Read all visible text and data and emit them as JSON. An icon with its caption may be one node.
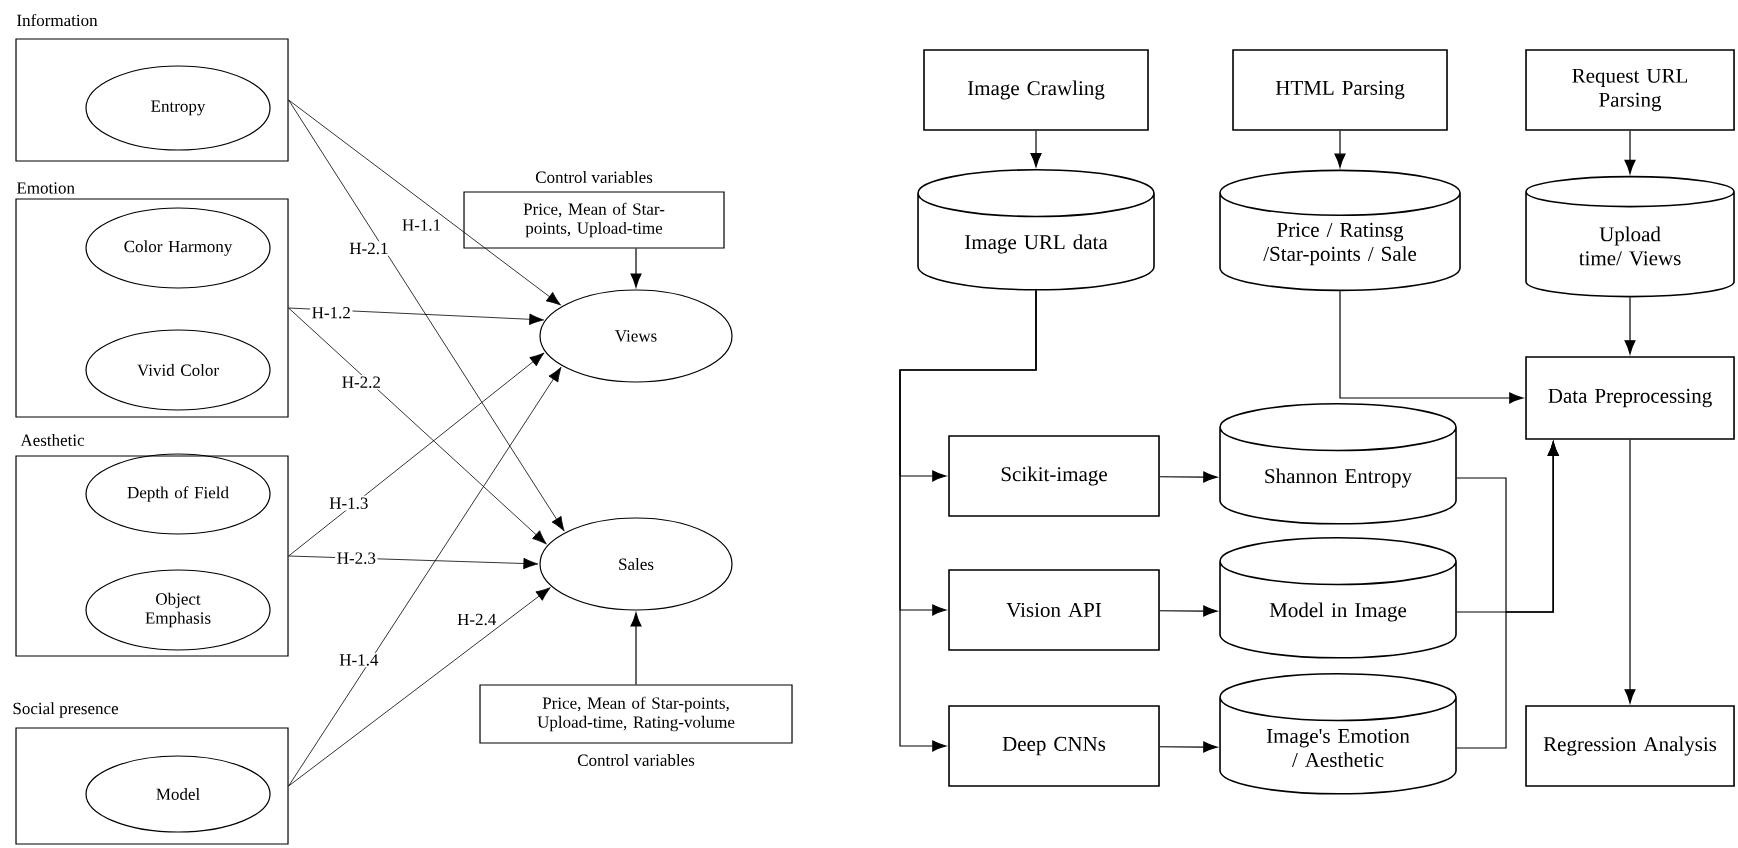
{
  "diagram": {
    "nodes": [
      {
        "text": [
          "Information"
        ]
      },
      {
        "text": [
          "Entropy"
        ],
        "in": 0
      },
      {
        "text": [
          "Emotion"
        ]
      },
      {
        "text": [
          "Color Harmony"
        ],
        "in": 2
      },
      {
        "text": [
          "Vivid Color"
        ],
        "in": 2
      },
      {
        "text": [
          "Aesthetic"
        ]
      },
      {
        "text": [
          "Depth of Field"
        ],
        "in": 5
      },
      {
        "text": [
          "Object Emphasis"
        ],
        "in": 5
      },
      {
        "text": [
          "Social presence"
        ]
      },
      {
        "text": [
          "Model"
        ],
        "in": 8
      },
      {
        "text": [
          "Control variables",
          "Price, Mean of Star-points, Upload-time"
        ]
      },
      {
        "text": [
          "Views"
        ]
      },
      {
        "text": [
          "Sales"
        ]
      },
      {
        "text": [
          "Price, Mean of Star-points, Upload-time, Rating-volume",
          "Control variables"
        ]
      },
      {
        "text": [
          "Image Crawling"
        ]
      },
      {
        "text": [
          "HTML Parsing"
        ]
      },
      {
        "text": [
          "Request URL Parsing"
        ]
      },
      {
        "text": [
          "Image URL data"
        ]
      },
      {
        "text": [
          "Price / Ratinsg /Star-points / Sale"
        ]
      },
      {
        "text": [
          "Upload time/ Views"
        ]
      },
      {
        "text": [
          "Data Preprocessing"
        ]
      },
      {
        "text": [
          "Scikit-image"
        ]
      },
      {
        "text": [
          "Shannon Entropy"
        ]
      },
      {
        "text": [
          "Vision API"
        ]
      },
      {
        "text": [
          "Model in Image"
        ]
      },
      {
        "text": [
          "Deep CNNs"
        ]
      },
      {
        "text": [
          "Image's Emotion / Aesthetic"
        ]
      },
      {
        "text": [
          "Regression Analysis"
        ]
      }
    ],
    "edges": [
      {
        "from": 0,
        "to": 11,
        "arrow": "to",
        "label": "H-1.1"
      },
      {
        "from": 0,
        "to": 12,
        "arrow": "to",
        "label": "H-2.1"
      },
      {
        "from": 2,
        "to": 11,
        "arrow": "to",
        "label": "H-1.2"
      },
      {
        "from": 2,
        "to": 12,
        "arrow": "to",
        "label": "H-2.2"
      },
      {
        "from": 5,
        "to": 11,
        "arrow": "to",
        "label": "H-1.3"
      },
      {
        "from": 5,
        "to": 12,
        "arrow": "to",
        "label": "H-2.3"
      },
      {
        "from": 8,
        "to": 11,
        "arrow": "to",
        "label": "H-1.4"
      },
      {
        "from": 8,
        "to": 12,
        "arrow": "to",
        "label": "H-2.4"
      },
      {
        "from": 10,
        "to": 11,
        "arrow": "to"
      },
      {
        "from": 13,
        "to": 12,
        "arrow": "to"
      },
      {
        "from": 14,
        "to": 17,
        "arrow": "to"
      },
      {
        "from": 15,
        "to": 18,
        "arrow": "to"
      },
      {
        "from": 16,
        "to": 19,
        "arrow": "to"
      },
      {
        "from": 17,
        "to": 21,
        "arrow": "to"
      },
      {
        "from": 17,
        "to": 23,
        "arrow": "to"
      },
      {
        "from": 17,
        "to": 25,
        "arrow": "to"
      },
      {
        "from": 18,
        "to": 20,
        "arrow": "to"
      },
      {
        "from": 19,
        "to": 20,
        "arrow": "to"
      },
      {
        "from": 21,
        "to": 22,
        "arrow": "to"
      },
      {
        "from": 23,
        "to": 24,
        "arrow": "to"
      },
      {
        "from": 25,
        "to": 26,
        "arrow": "to"
      },
      {
        "from": 22,
        "to": 20,
        "arrow": "to"
      },
      {
        "from": 24,
        "to": 20,
        "arrow": "to"
      },
      {
        "from": 26,
        "to": 20,
        "arrow": "to"
      },
      {
        "from": 20,
        "to": 27,
        "arrow": "to"
      }
    ]
  }
}
